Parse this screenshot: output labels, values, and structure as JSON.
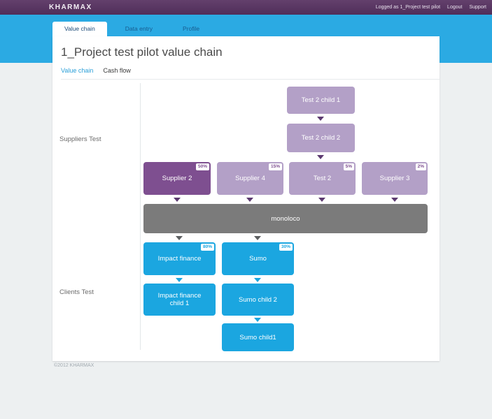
{
  "header": {
    "brand": "KHARMAX",
    "logged_as": "Logged as 1_Project test pilot",
    "logout": "Logout",
    "support": "Support"
  },
  "tabs": [
    {
      "label": "Value chain",
      "active": true
    },
    {
      "label": "Data entry",
      "active": false
    },
    {
      "label": "Profile",
      "active": false
    }
  ],
  "page": {
    "title": "1_Project test pilot value chain"
  },
  "subnav": [
    {
      "label": "Value chain",
      "active": true
    },
    {
      "label": "Cash flow",
      "active": false
    }
  ],
  "diagram": {
    "groups": [
      {
        "label": "Suppliers Test"
      },
      {
        "label": "Clients Test"
      }
    ],
    "nodes": [
      {
        "label": "Test 2 child 1",
        "type": "supplier-child"
      },
      {
        "label": "Test 2 child 2",
        "type": "supplier-child"
      },
      {
        "label": "Supplier 2",
        "badge": "50%",
        "type": "supplier-selected"
      },
      {
        "label": "Supplier 4",
        "badge": "15%",
        "type": "supplier"
      },
      {
        "label": "Test 2",
        "badge": "5%",
        "type": "supplier"
      },
      {
        "label": "Supplier 3",
        "badge": "2%",
        "type": "supplier"
      },
      {
        "label": "monoloco",
        "type": "hub"
      },
      {
        "label": "Impact finance",
        "badge": "80%",
        "type": "client"
      },
      {
        "label": "Sumo",
        "badge": "30%",
        "type": "client"
      },
      {
        "label": "Impact finance child 1",
        "type": "client-child"
      },
      {
        "label": "Sumo child 2",
        "type": "client-child"
      },
      {
        "label": "Sumo child1",
        "type": "client-child"
      }
    ]
  },
  "footer": {
    "copyright": "©2012 KHARMAX"
  },
  "colors": {
    "topbar_purple": "#593a63",
    "band_blue": "#2baae3",
    "supplier_dark_purple": "#7e4f90",
    "supplier_light_purple": "#b3a0c7",
    "hub_gray": "#7b7b7b",
    "client_blue": "#1ba6e0",
    "active_link_blue": "#2a9fd8"
  }
}
